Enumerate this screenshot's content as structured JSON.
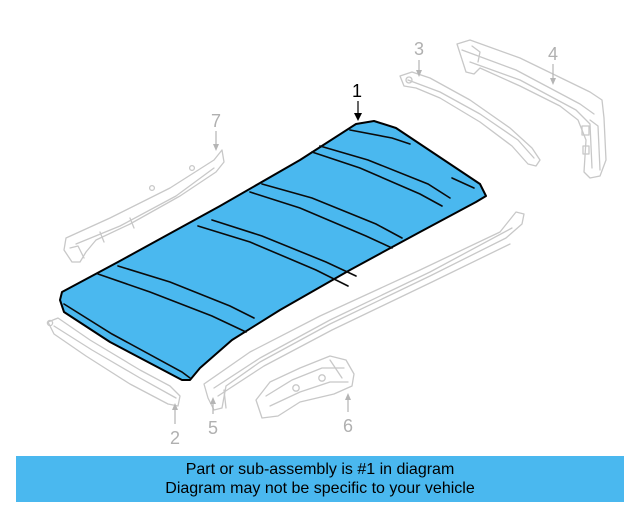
{
  "diagram": {
    "callouts": {
      "part1": "1",
      "part2": "2",
      "part3": "3",
      "part4": "4",
      "part5": "5",
      "part6": "6",
      "part7": "7"
    },
    "highlight_color": "#4ab8ef",
    "ghost_color": "#c8c8c8"
  },
  "banner": {
    "line1": "Part or sub-assembly is #1 in diagram",
    "line2": "Diagram may not be specific to your vehicle",
    "background": "#4ab8ef"
  }
}
